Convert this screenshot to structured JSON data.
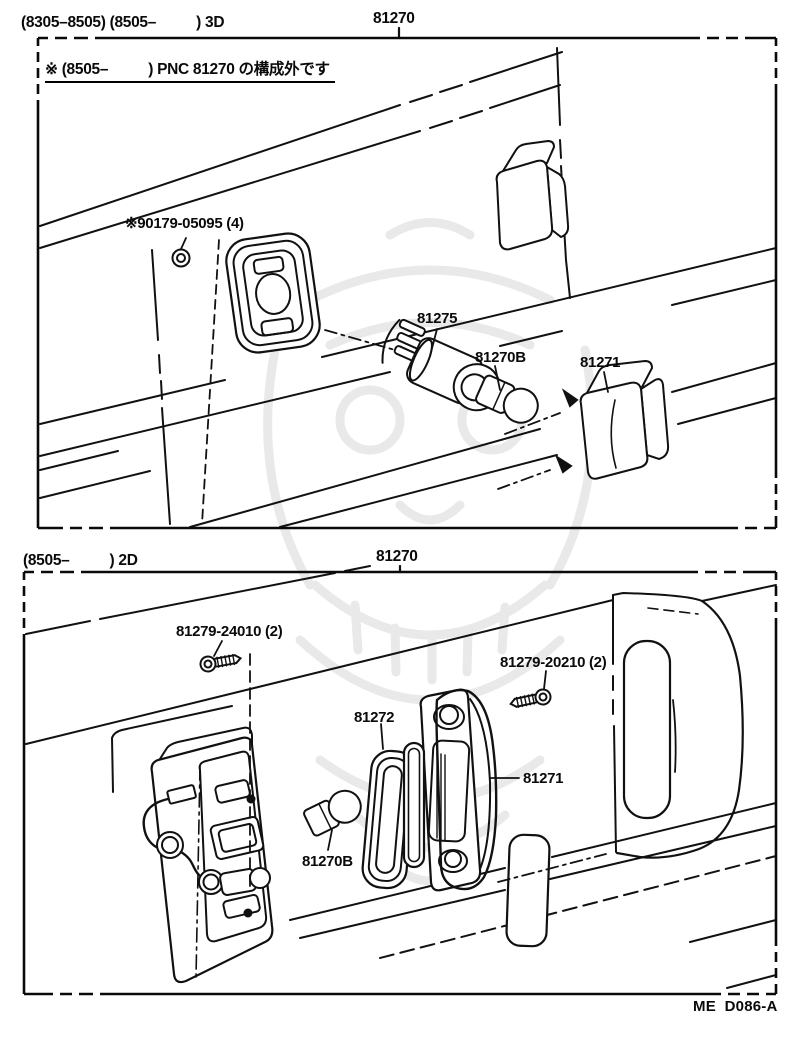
{
  "colors": {
    "background": "#ffffff",
    "line": "#111111",
    "watermark": "#e9e9e9"
  },
  "drawing_code": "ME  D086-A",
  "panel_3d": {
    "range_label": "(8305–8505) (8505–          ) 3D",
    "part_number": "81270",
    "note": "※ (8505–          ) PNC 81270 の構成外です",
    "labels": {
      "fastener": "※90179-05095 (4)",
      "socket": "81275",
      "bulb": "81270B",
      "lens": "81271"
    }
  },
  "panel_2d": {
    "range_label": "(8505–          ) 2D",
    "part_number": "81270",
    "labels": {
      "screw_front": "81279-24010 (2)",
      "screw_rear": "81279-20210 (2)",
      "gasket": "81272",
      "lens": "81271",
      "bulb": "81270B"
    }
  }
}
